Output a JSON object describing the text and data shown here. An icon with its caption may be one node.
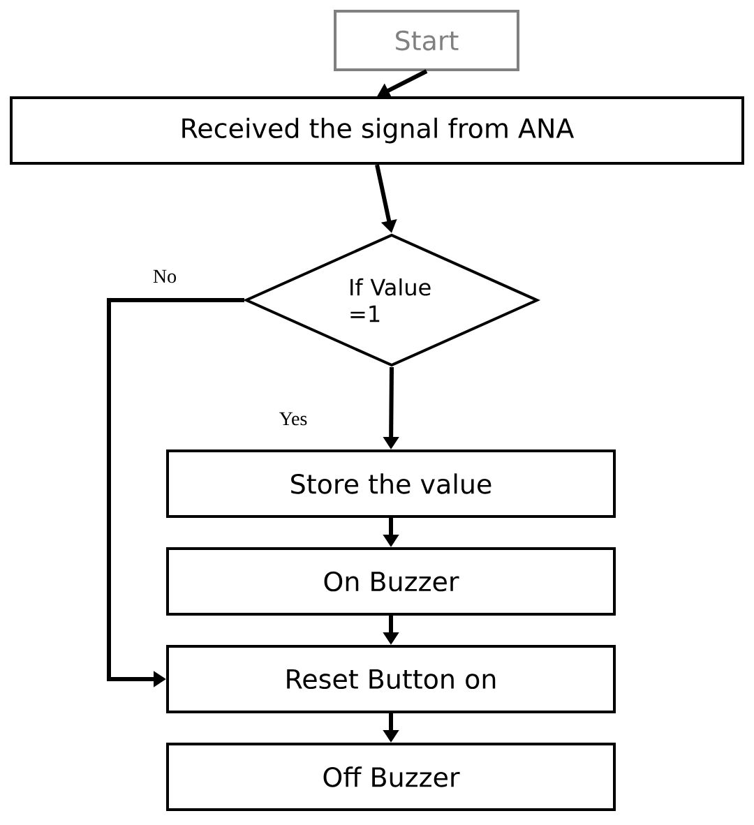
{
  "diagram": {
    "nodes": [
      {
        "text": [
          "Start"
        ]
      },
      {
        "text": [
          "Received the signal from ANA"
        ]
      },
      {
        "text": [
          "If Value =1"
        ]
      },
      {
        "text": [
          "Store the value"
        ]
      },
      {
        "text": [
          "On Buzzer"
        ]
      },
      {
        "text": [
          "Reset  Button on"
        ]
      },
      {
        "text": [
          "Off Buzzer"
        ]
      }
    ],
    "edges": [
      {
        "from": 0,
        "to": 1,
        "arrow": "to"
      },
      {
        "from": 1,
        "to": 2,
        "arrow": "to"
      },
      {
        "from": 2,
        "to": 3,
        "arrow": "to",
        "label": "Yes"
      },
      {
        "from": 3,
        "to": 4,
        "arrow": "to"
      },
      {
        "from": 4,
        "to": 5,
        "arrow": "to"
      },
      {
        "from": 2,
        "to": 5,
        "arrow": "to",
        "label": "No"
      },
      {
        "from": 5,
        "to": 6,
        "arrow": "to"
      }
    ]
  }
}
